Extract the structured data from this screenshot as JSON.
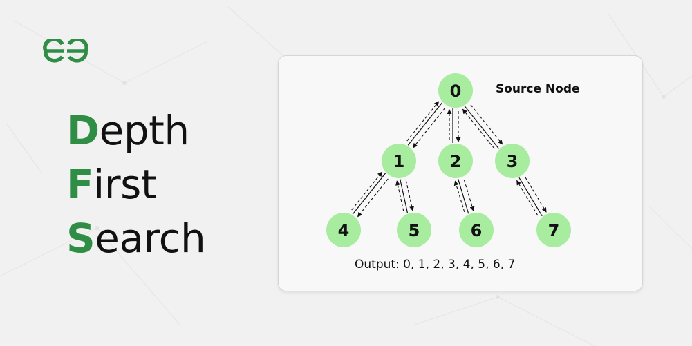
{
  "brand": {
    "logo_icon": "geeksforgeeks-logo-icon",
    "accent_color": "#2f8d46"
  },
  "title": {
    "lines": [
      {
        "initial": "D",
        "rest": "epth"
      },
      {
        "initial": "F",
        "rest": "irst"
      },
      {
        "initial": "S",
        "rest": "earch"
      }
    ]
  },
  "diagram": {
    "node_color": "#a7ec9f",
    "source_label": "Source Node",
    "output_label": "Output: 0, 1, 2, 3, 4, 5, 6, 7",
    "nodes": [
      {
        "id": "0",
        "label": "0"
      },
      {
        "id": "1",
        "label": "1"
      },
      {
        "id": "2",
        "label": "2"
      },
      {
        "id": "3",
        "label": "3"
      },
      {
        "id": "4",
        "label": "4"
      },
      {
        "id": "5",
        "label": "5"
      },
      {
        "id": "6",
        "label": "6"
      },
      {
        "id": "7",
        "label": "7"
      }
    ],
    "edges": [
      {
        "from": "0",
        "to": "1"
      },
      {
        "from": "0",
        "to": "2"
      },
      {
        "from": "0",
        "to": "3"
      },
      {
        "from": "1",
        "to": "4"
      },
      {
        "from": "1",
        "to": "5"
      },
      {
        "from": "2",
        "to": "6"
      },
      {
        "from": "3",
        "to": "7"
      }
    ]
  }
}
